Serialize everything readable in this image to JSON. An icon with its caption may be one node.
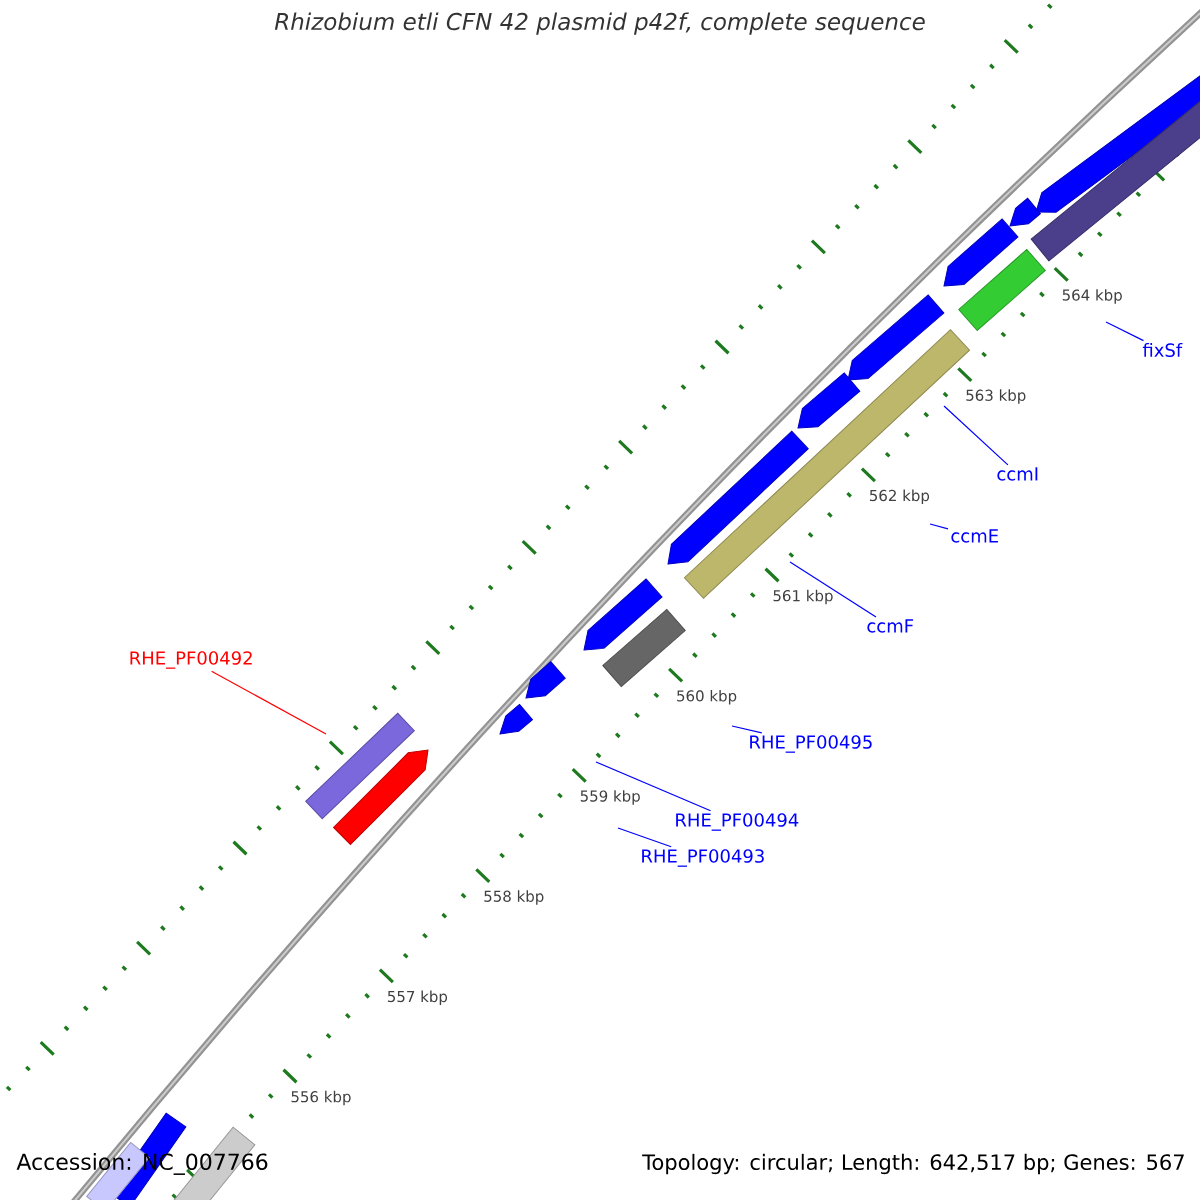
{
  "diagram": {
    "title": "Rhizobium etli CFN 42 plasmid p42f, complete sequence",
    "nodes": [
      {
        "text": [
          "fixSf"
        ]
      },
      {
        "text": [
          "ccmI"
        ]
      },
      {
        "text": [
          "ccmE"
        ]
      },
      {
        "text": [
          "ccmF"
        ]
      },
      {
        "text": [
          "RHE_PF00492"
        ]
      },
      {
        "text": [
          "RHE_PF00495"
        ]
      },
      {
        "text": [
          "RHE_PF00494"
        ]
      },
      {
        "text": [
          "RHE_PF00493"
        ]
      }
    ],
    "edges": [
      {
        "from": 0,
        "to": null,
        "arrow": "none"
      },
      {
        "from": 1,
        "to": null,
        "arrow": "none"
      },
      {
        "from": 2,
        "to": null,
        "arrow": "none"
      },
      {
        "from": 3,
        "to": null,
        "arrow": "none"
      },
      {
        "from": 4,
        "to": null,
        "arrow": "none",
        "color": "#ff0000"
      },
      {
        "from": 5,
        "to": null,
        "arrow": "none"
      },
      {
        "from": 6,
        "to": null,
        "arrow": "none"
      },
      {
        "from": 7,
        "to": null,
        "arrow": "none"
      }
    ],
    "labels": [
      "564 kbp",
      "563 kbp",
      "562 kbp",
      "561 kbp",
      "560 kbp",
      "559 kbp",
      "558 kbp",
      "557 kbp",
      "556 kbp",
      "Accession: NC_007766",
      "Topology: circular; Length: 642,517 bp; Genes: 567"
    ]
  }
}
